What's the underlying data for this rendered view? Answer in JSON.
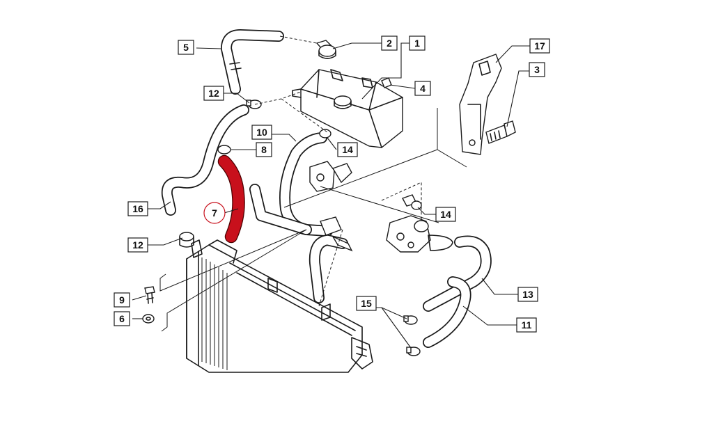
{
  "labels": {
    "l1": "1",
    "l2": "2",
    "l3": "3",
    "l4": "4",
    "l5": "5",
    "l6": "6",
    "l7": "7",
    "l8": "8",
    "l9": "9",
    "l10": "10",
    "l11": "11",
    "l12a": "12",
    "l12b": "12",
    "l13": "13",
    "l14a": "14",
    "l14b": "14",
    "l15": "15",
    "l16": "16",
    "l17": "17"
  },
  "colors": {
    "highlight": "#c8101c",
    "line": "#1a1a1a",
    "background": "#ffffff"
  }
}
